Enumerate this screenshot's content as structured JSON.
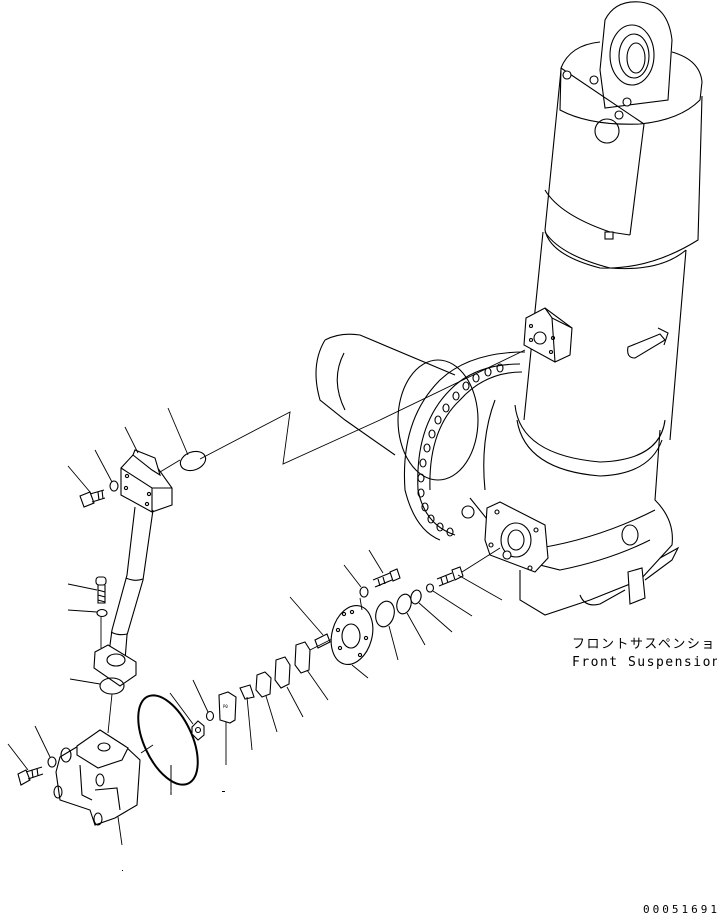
{
  "diagram": {
    "type": "exploded parts illustration",
    "subject": "Front suspension cylinder assembly with piping, flange, shims and mounting bolts",
    "caption": {
      "japanese": "フロントサスペンション",
      "english": "Front Suspension"
    },
    "document_number": "00051691",
    "line_color": "#000000",
    "background_color": "#ffffff",
    "parts": [
      {
        "id": "suspension-cylinder",
        "label": "suspension cylinder (with rod eye top mount)"
      },
      {
        "id": "axle-housing",
        "label": "axle housing with flange ring"
      },
      {
        "id": "upper-pipe-bracket",
        "label": "pipe block / bracket"
      },
      {
        "id": "o-ring-upper",
        "label": "O-ring"
      },
      {
        "id": "bolt-upper",
        "label": "bolt"
      },
      {
        "id": "washer-upper",
        "label": "washer"
      },
      {
        "id": "pipe-tube",
        "label": "tube"
      },
      {
        "id": "bolt-mid",
        "label": "bolt"
      },
      {
        "id": "washer-mid",
        "label": "washer"
      },
      {
        "id": "o-ring-lower",
        "label": "O-ring"
      },
      {
        "id": "bolt-lower",
        "label": "bolt"
      },
      {
        "id": "washer-lower",
        "label": "washer"
      },
      {
        "id": "block-lower",
        "label": "mount block"
      },
      {
        "id": "o-ring-large",
        "label": "large O-ring"
      },
      {
        "id": "nut",
        "label": "nut"
      },
      {
        "id": "washer-nut",
        "label": "washer"
      },
      {
        "id": "shim-1",
        "label": "shim"
      },
      {
        "id": "shim-2",
        "label": "shim"
      },
      {
        "id": "shim-3",
        "label": "shim"
      },
      {
        "id": "shim-4",
        "label": "shim"
      },
      {
        "id": "shim-5",
        "label": "shim"
      },
      {
        "id": "pin",
        "label": "pin"
      },
      {
        "id": "flange-plate",
        "label": "flange plate"
      },
      {
        "id": "disc-1",
        "label": "plate"
      },
      {
        "id": "disc-2",
        "label": "plate"
      },
      {
        "id": "disc-3",
        "label": "plate"
      },
      {
        "id": "washer-right",
        "label": "washer"
      },
      {
        "id": "bolt-right",
        "label": "bolt"
      },
      {
        "id": "washer-stud",
        "label": "washer"
      },
      {
        "id": "stud-bolt",
        "label": "bolt"
      }
    ]
  }
}
